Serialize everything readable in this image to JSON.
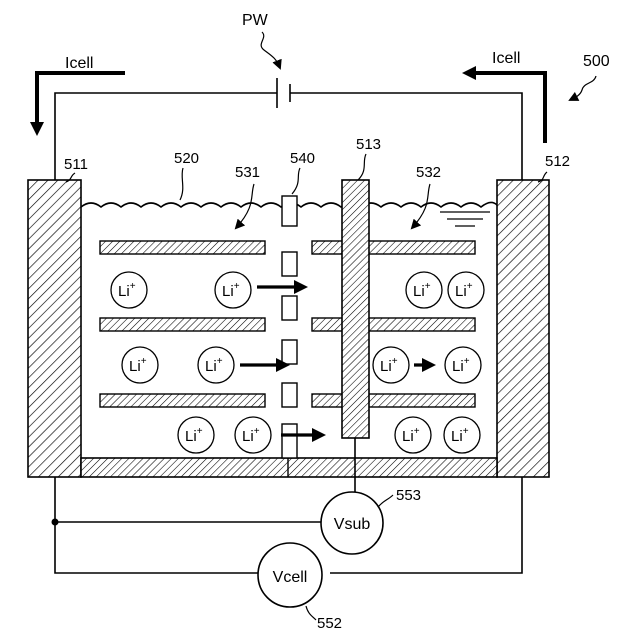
{
  "labels": {
    "pw": "PW",
    "icell_left": "Icell",
    "icell_right": "Icell",
    "device": "500",
    "electrode_left": "511",
    "electrode_right": "512",
    "electrolyte": "520",
    "region_left": "531",
    "region_right": "532",
    "separator": "540",
    "middle_electrode": "513",
    "vsub_ref": "553",
    "vcell_ref": "552"
  },
  "meters": {
    "vsub": "Vsub",
    "vcell": "Vcell"
  },
  "ion": {
    "base": "Li",
    "charge": "+"
  }
}
